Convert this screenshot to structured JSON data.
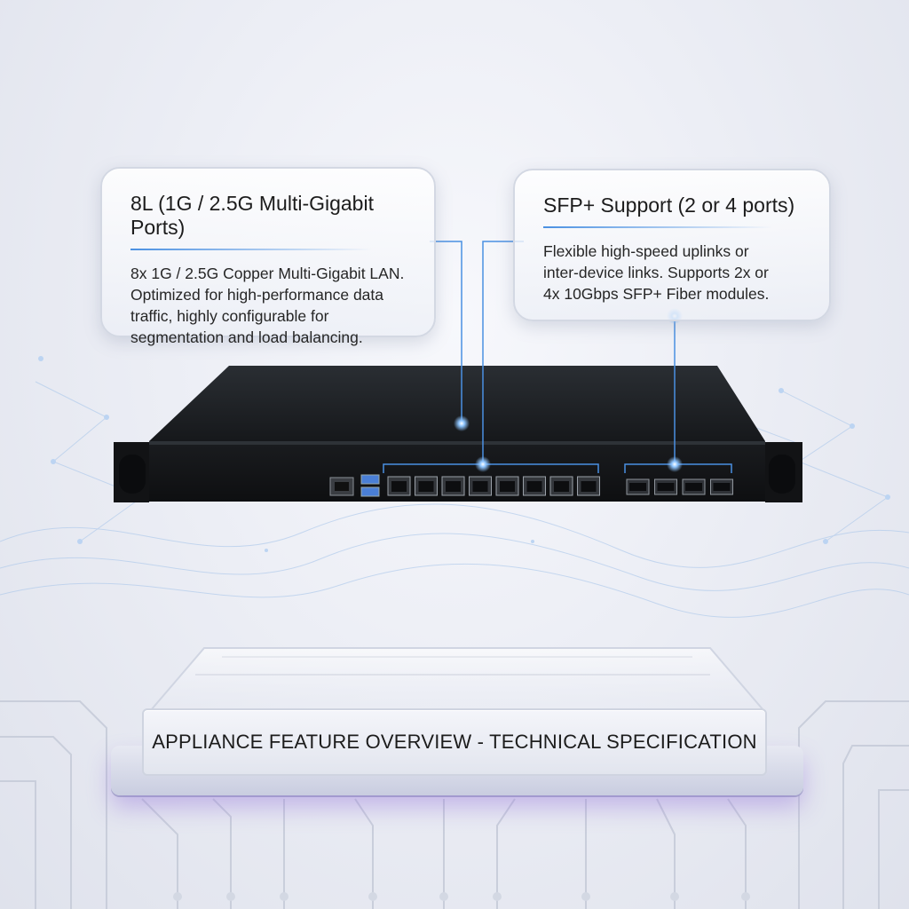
{
  "left_feature": {
    "title": "8L (1G / 2.5G Multi-Gigabit Ports)",
    "body": [
      "8x 1G / 2.5G Copper Multi-Gigabit LAN.",
      "Optimized for high-performance data",
      "traffic, highly configurable for",
      "segmentation and load balancing."
    ]
  },
  "right_feature": {
    "title": "SFP+ Support (2 or 4 ports)",
    "body": [
      "Flexible high-speed uplinks or",
      "inter-device links. Supports 2x or",
      "4x 10Gbps SFP+ Fiber modules."
    ]
  },
  "banner": {
    "label": "APPLIANCE FEATURE OVERVIEW - TECHNICAL SPECIFICATION"
  },
  "device": {
    "rj45_ports": 8,
    "sfp_ports": 4,
    "usb_ports": 2,
    "console_ports": 1
  },
  "colors": {
    "accent": "#4a90e2",
    "chassis": "#1e2124",
    "glow": "#8ec5ff"
  }
}
